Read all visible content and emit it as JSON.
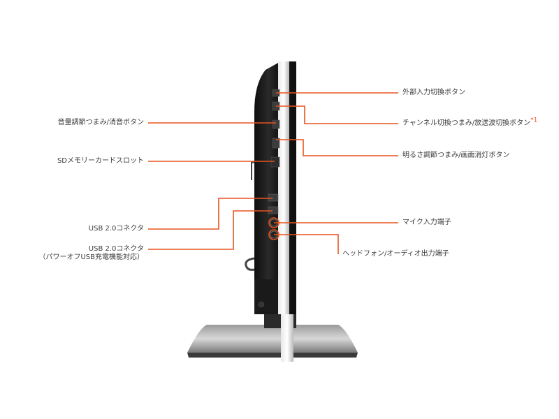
{
  "callouts": {
    "external_input_button": "外部入力切換ボタン",
    "channel_knob": "チャンネル切換つまみ/放送波切換ボタン",
    "channel_knob_note": "*1",
    "brightness_knob": "明るさ調節つまみ/画面消灯ボタン",
    "volume_knob": "音量調節つまみ/消音ボタン",
    "sd_slot": "SDメモリーカードスロット",
    "usb_connector_1": "USB 2.0コネクタ",
    "usb_connector_2": "USB 2.0コネクタ",
    "usb_connector_2_note": "（パワーオフUSB充電機能対応）",
    "mic_jack": "マイク入力端子",
    "headphone_jack": "ヘッドフォン/オーディオ出力端子"
  },
  "colors": {
    "leader_line": "#e8541e",
    "label_text": "#3a3a3a",
    "device_body": "#1c1c1c",
    "bezel_silver": "#c8c8c8"
  }
}
